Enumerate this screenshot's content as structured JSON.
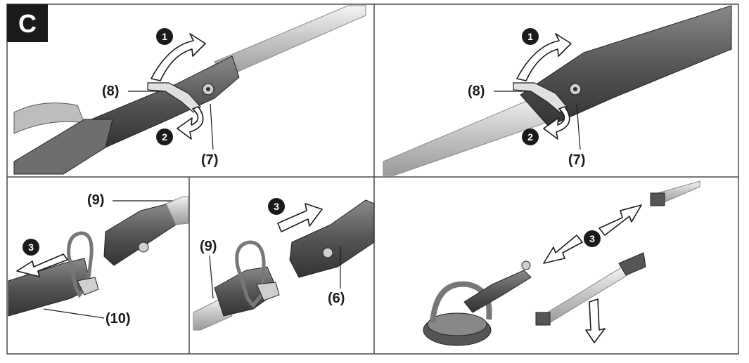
{
  "badge_letter": "C",
  "step_numbers": {
    "one": "1",
    "two": "2",
    "three": "3"
  },
  "callouts": {
    "part_6": "(6)",
    "part_7": "(7)",
    "part_8": "(8)",
    "part_9": "(9)",
    "part_10": "(10)"
  },
  "colors": {
    "badge_fill": "#1a1a1a",
    "tube_metal": "#d9d9d9",
    "housing_dark": "#5a5a5a",
    "lever_light": "#e0e0e0",
    "line": "#1a1a1a"
  }
}
